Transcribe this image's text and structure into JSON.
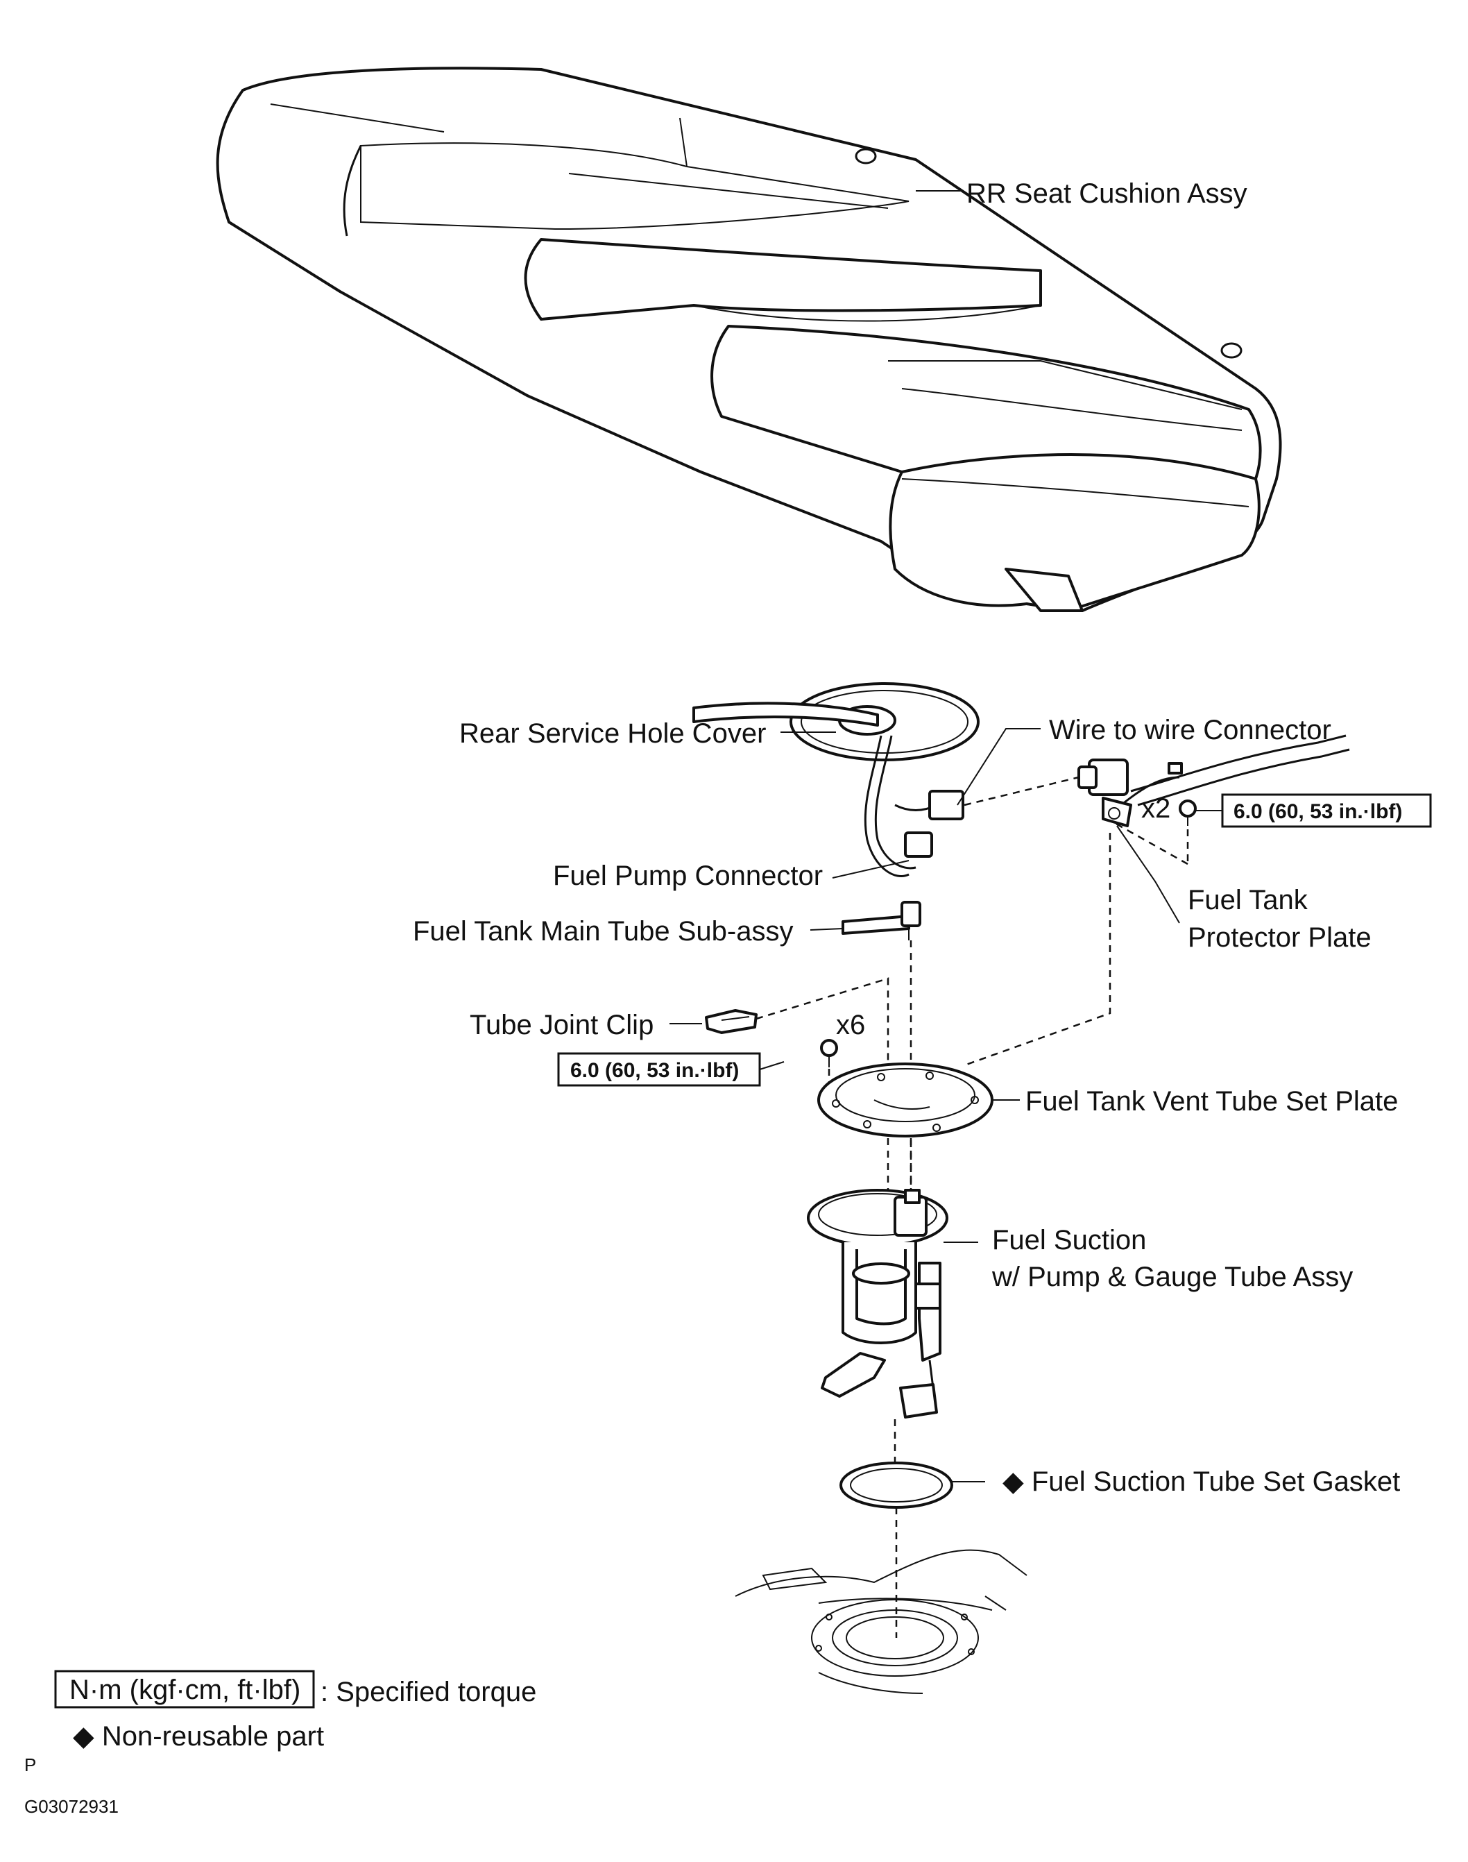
{
  "labels": {
    "seat_cushion": "RR Seat Cushion Assy",
    "wire_connector": "Wire to wire Connector",
    "service_cover": "Rear Service Hole Cover",
    "pump_connector": "Fuel Pump Connector",
    "protector_plate_line1": "Fuel Tank",
    "protector_plate_line2": "Protector Plate",
    "main_tube": "Fuel Tank Main Tube  Sub-assy",
    "joint_clip": "Tube Joint Clip",
    "vent_plate": "Fuel Tank Vent Tube Set Plate",
    "suction_line1": "Fuel Suction",
    "suction_line2": "w/ Pump & Gauge Tube Assy",
    "gasket": "◆ Fuel Suction Tube Set Gasket"
  },
  "fasteners": {
    "bolt_count_top": "x2",
    "torque_top": "6.0 (60, 53 in.·lbf)",
    "bolt_count_plate": "x6",
    "torque_plate": "6.0 (60, 53 in.·lbf)"
  },
  "legend": {
    "torque_units": "N·m (kgf·cm, ft·lbf)",
    "torque_desc": ": Specified torque",
    "nonreusable": "◆ Non-reusable part"
  },
  "footer": {
    "letter": "P",
    "figure_code": "G03072931"
  }
}
